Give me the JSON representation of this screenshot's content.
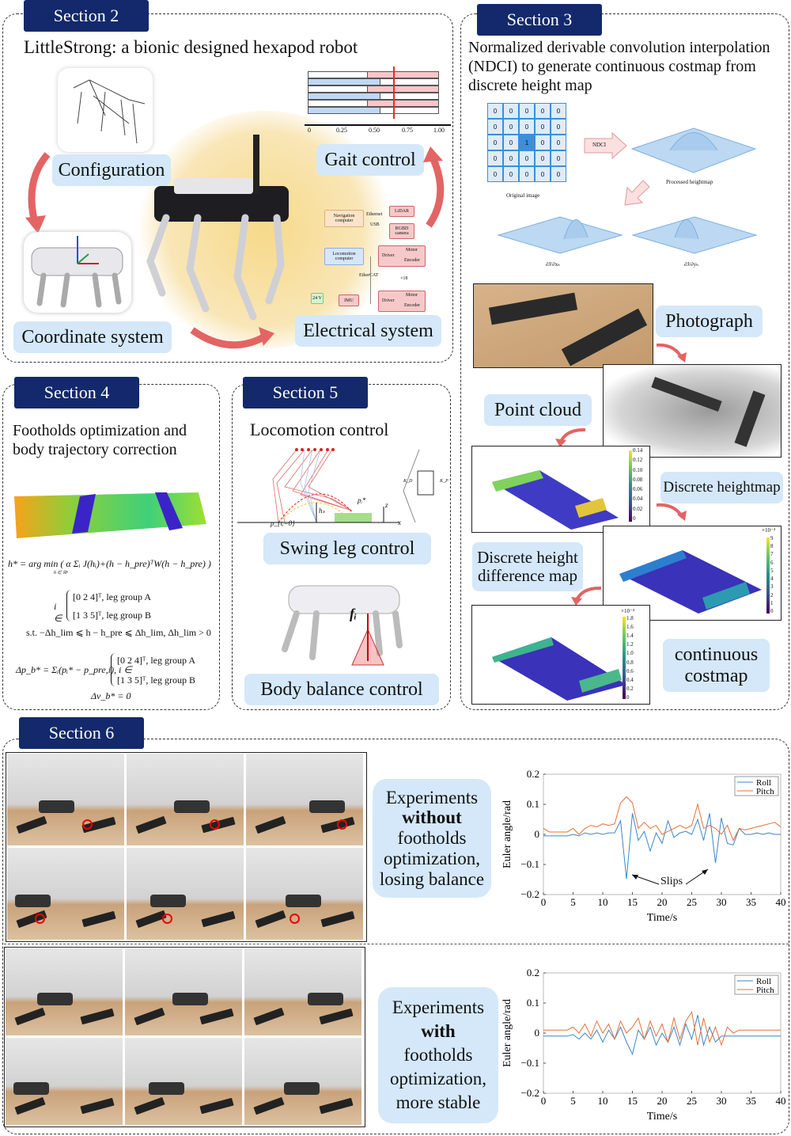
{
  "section2": {
    "tab": "Section 2",
    "title": "LittleStrong: a bionic designed hexapod robot",
    "labels": {
      "configuration": "Configuration",
      "gait": "Gait control",
      "coordinate": "Coordinate system",
      "electrical": "Electrical system"
    },
    "gait_axis": [
      "0",
      "0.25",
      "0.50",
      "0.75",
      "1.00"
    ],
    "electrical": {
      "nav": "Navigation computer",
      "ethernet": "Ethernet",
      "usb": "USB",
      "lidar": "LiDAR",
      "rgbd": "RGBD camera",
      "loco": "Locomotion computer",
      "ethercat": "EtherCAT",
      "driver": "Driver",
      "motor": "Motor",
      "encoder": "Encoder",
      "x18": "×18",
      "imu": "IMU",
      "battery": "24 V"
    }
  },
  "section3": {
    "tab": "Section 3",
    "title": "Normalized derivable convolution interpolation (NDCI) to generate continuous costmap from discrete height map",
    "grid": [
      [
        "0",
        "0",
        "0",
        "0",
        "0"
      ],
      [
        "0",
        "0",
        "0",
        "0",
        "0"
      ],
      [
        "0",
        "0",
        "1",
        "0",
        "0"
      ],
      [
        "0",
        "0",
        "0",
        "0",
        "0"
      ],
      [
        "0",
        "0",
        "0",
        "0",
        "0"
      ]
    ],
    "ndci": "NDCI",
    "original": "Original image",
    "processed": "Processed heightmap",
    "dx": "∂J/∂xₕ",
    "dy": "∂J/∂yₕ",
    "labels": {
      "photograph": "Photograph",
      "pointcloud": "Point cloud",
      "heightmap": "Discrete heightmap",
      "diffmap": "Discrete height difference map",
      "costmap": "continuous costmap"
    },
    "cb1": [
      "0.14",
      "0.12",
      "0.10",
      "0.08",
      "0.06",
      "0.04",
      "0.02",
      "0"
    ],
    "cb2_exp": "×10⁻⁴",
    "cb2": [
      "9",
      "8",
      "7",
      "6",
      "5",
      "4",
      "3",
      "2",
      "1",
      "0"
    ],
    "cb3_exp": "×10⁻⁴",
    "cb3": [
      "1.8",
      "1.6",
      "1.4",
      "1.2",
      "1.0",
      "0.8",
      "0.6",
      "0.4",
      "0.2",
      "0"
    ]
  },
  "section4": {
    "tab": "Section 4",
    "title": "Footholds optimization and body trajectory correction",
    "eq1": "h* = arg min ( α Σᵢ J(hᵢ)+(h − h_pre)ᵀW(h − h_pre) )",
    "eq1_sub": "h ∈ ℝⁿ",
    "groupA": "[0  2  4]ᵀ, leg group A",
    "groupB": "[1  3  5]ᵀ, leg group B",
    "ielem": "i ∈",
    "st": "s.t.  −Δh_lim ⩽ h − h_pre ⩽ Δh_lim, Δh_lim > 0",
    "eq2": "Δp_b* = Σᵢ(pᵢ* − p_pre,i), i ∈",
    "eq3": "Δv_b* = 0"
  },
  "section5": {
    "tab": "Section 5",
    "title": "Locomotion control",
    "swing": "Swing leg control",
    "balance": "Body balance control",
    "p_start": "p_{tᵢ=0}",
    "p_star": "pᵢ*",
    "hs": "hₛ",
    "x": "x",
    "z": "z",
    "kd": "K_D",
    "kp": "K_P",
    "fi": "fᵢ"
  },
  "section6": {
    "tab": "Section 6",
    "exp1": [
      "Experiments",
      "without",
      "footholds",
      "optimization,",
      "losing balance"
    ],
    "exp2": [
      "Experiments",
      "with",
      "footholds",
      "optimization,",
      "more stable"
    ],
    "slips": "Slips"
  },
  "chart_data": [
    {
      "type": "line",
      "xlabel": "Time/s",
      "ylabel": "Euler angle/rad",
      "xlim": [
        0,
        40
      ],
      "ylim": [
        -0.2,
        0.2
      ],
      "xticks": [
        "0",
        "5",
        "10",
        "15",
        "20",
        "25",
        "30",
        "35",
        "40"
      ],
      "yticks": [
        "0.2",
        "0.1",
        "0",
        "−0.1",
        "−0.2"
      ],
      "legend": "top-right",
      "x": [
        0,
        1,
        2,
        3,
        4,
        5,
        6,
        7,
        8,
        9,
        10,
        11,
        12,
        13,
        14,
        15,
        16,
        17,
        18,
        19,
        20,
        21,
        22,
        23,
        24,
        25,
        26,
        27,
        28,
        29,
        30,
        31,
        32,
        33,
        34,
        35,
        36,
        37,
        38,
        39,
        40
      ],
      "series": [
        {
          "name": "Roll",
          "color": "#3a86c8",
          "values": [
            -0.005,
            -0.005,
            -0.005,
            -0.005,
            -0.005,
            0,
            -0.005,
            0.005,
            0,
            0.005,
            0,
            0.005,
            0.005,
            0.045,
            -0.148,
            0.07,
            -0.02,
            0.01,
            -0.055,
            0.005,
            -0.03,
            0.045,
            -0.01,
            0.005,
            0.01,
            0,
            0.05,
            -0.02,
            0.07,
            -0.095,
            0.055,
            -0.03,
            -0.035,
            0.02,
            0,
            0,
            0.005,
            0,
            0.005,
            0,
            0
          ]
        },
        {
          "name": "Pitch",
          "color": "#e4703a",
          "values": [
            0.02,
            0.008,
            0.008,
            0.008,
            0.008,
            0.02,
            0,
            0.02,
            0.03,
            0.025,
            0.035,
            0.03,
            0.035,
            0.105,
            0.125,
            0.105,
            0.02,
            0.04,
            0.02,
            0.03,
            0,
            0.01,
            0.02,
            0.03,
            0.02,
            0.03,
            0.1,
            0.02,
            0.03,
            0.02,
            0,
            0.03,
            -0.02,
            0.02,
            0.015,
            0.02,
            0.025,
            0.03,
            0.035,
            0.04,
            0.025
          ]
        }
      ]
    },
    {
      "type": "line",
      "xlabel": "Time/s",
      "ylabel": "Euler angle/rad",
      "xlim": [
        0,
        40
      ],
      "ylim": [
        -0.2,
        0.2
      ],
      "xticks": [
        "0",
        "5",
        "10",
        "15",
        "20",
        "25",
        "30",
        "35",
        "40"
      ],
      "yticks": [
        "0.2",
        "0.1",
        "0",
        "−0.1",
        "−0.2"
      ],
      "legend": "top-right",
      "x": [
        0,
        1,
        2,
        3,
        4,
        5,
        6,
        7,
        8,
        9,
        10,
        11,
        12,
        13,
        14,
        15,
        16,
        17,
        18,
        19,
        20,
        21,
        22,
        23,
        24,
        25,
        26,
        27,
        28,
        29,
        30,
        31,
        32,
        33,
        34,
        35,
        36,
        37,
        38,
        39,
        40
      ],
      "series": [
        {
          "name": "Roll",
          "color": "#3a86c8",
          "values": [
            -0.01,
            -0.01,
            -0.01,
            -0.01,
            -0.01,
            -0.005,
            -0.02,
            0,
            -0.02,
            0.01,
            -0.03,
            0.01,
            -0.02,
            0.02,
            -0.03,
            -0.07,
            0.01,
            -0.02,
            0.02,
            -0.04,
            0,
            -0.03,
            0.02,
            -0.04,
            0.03,
            -0.02,
            0.06,
            -0.04,
            0.02,
            -0.03,
            -0.01,
            -0.01,
            -0.01,
            -0.01,
            -0.01,
            -0.01,
            -0.01,
            -0.01,
            -0.01,
            -0.01,
            -0.01
          ]
        },
        {
          "name": "Pitch",
          "color": "#e4703a",
          "values": [
            0.01,
            0.01,
            0.01,
            0.01,
            0.01,
            0.02,
            0,
            0.03,
            -0.01,
            0.04,
            0,
            0.03,
            -0.02,
            0.04,
            0,
            0.02,
            0.05,
            -0.02,
            0.04,
            -0.01,
            0.03,
            -0.03,
            0.05,
            -0.02,
            0.04,
            0.07,
            -0.04,
            0.05,
            -0.03,
            0.02,
            -0.04,
            0.02,
            0,
            0.01,
            0.01,
            0.01,
            0.01,
            0.01,
            0.01,
            0.01,
            0.01
          ]
        }
      ]
    }
  ]
}
